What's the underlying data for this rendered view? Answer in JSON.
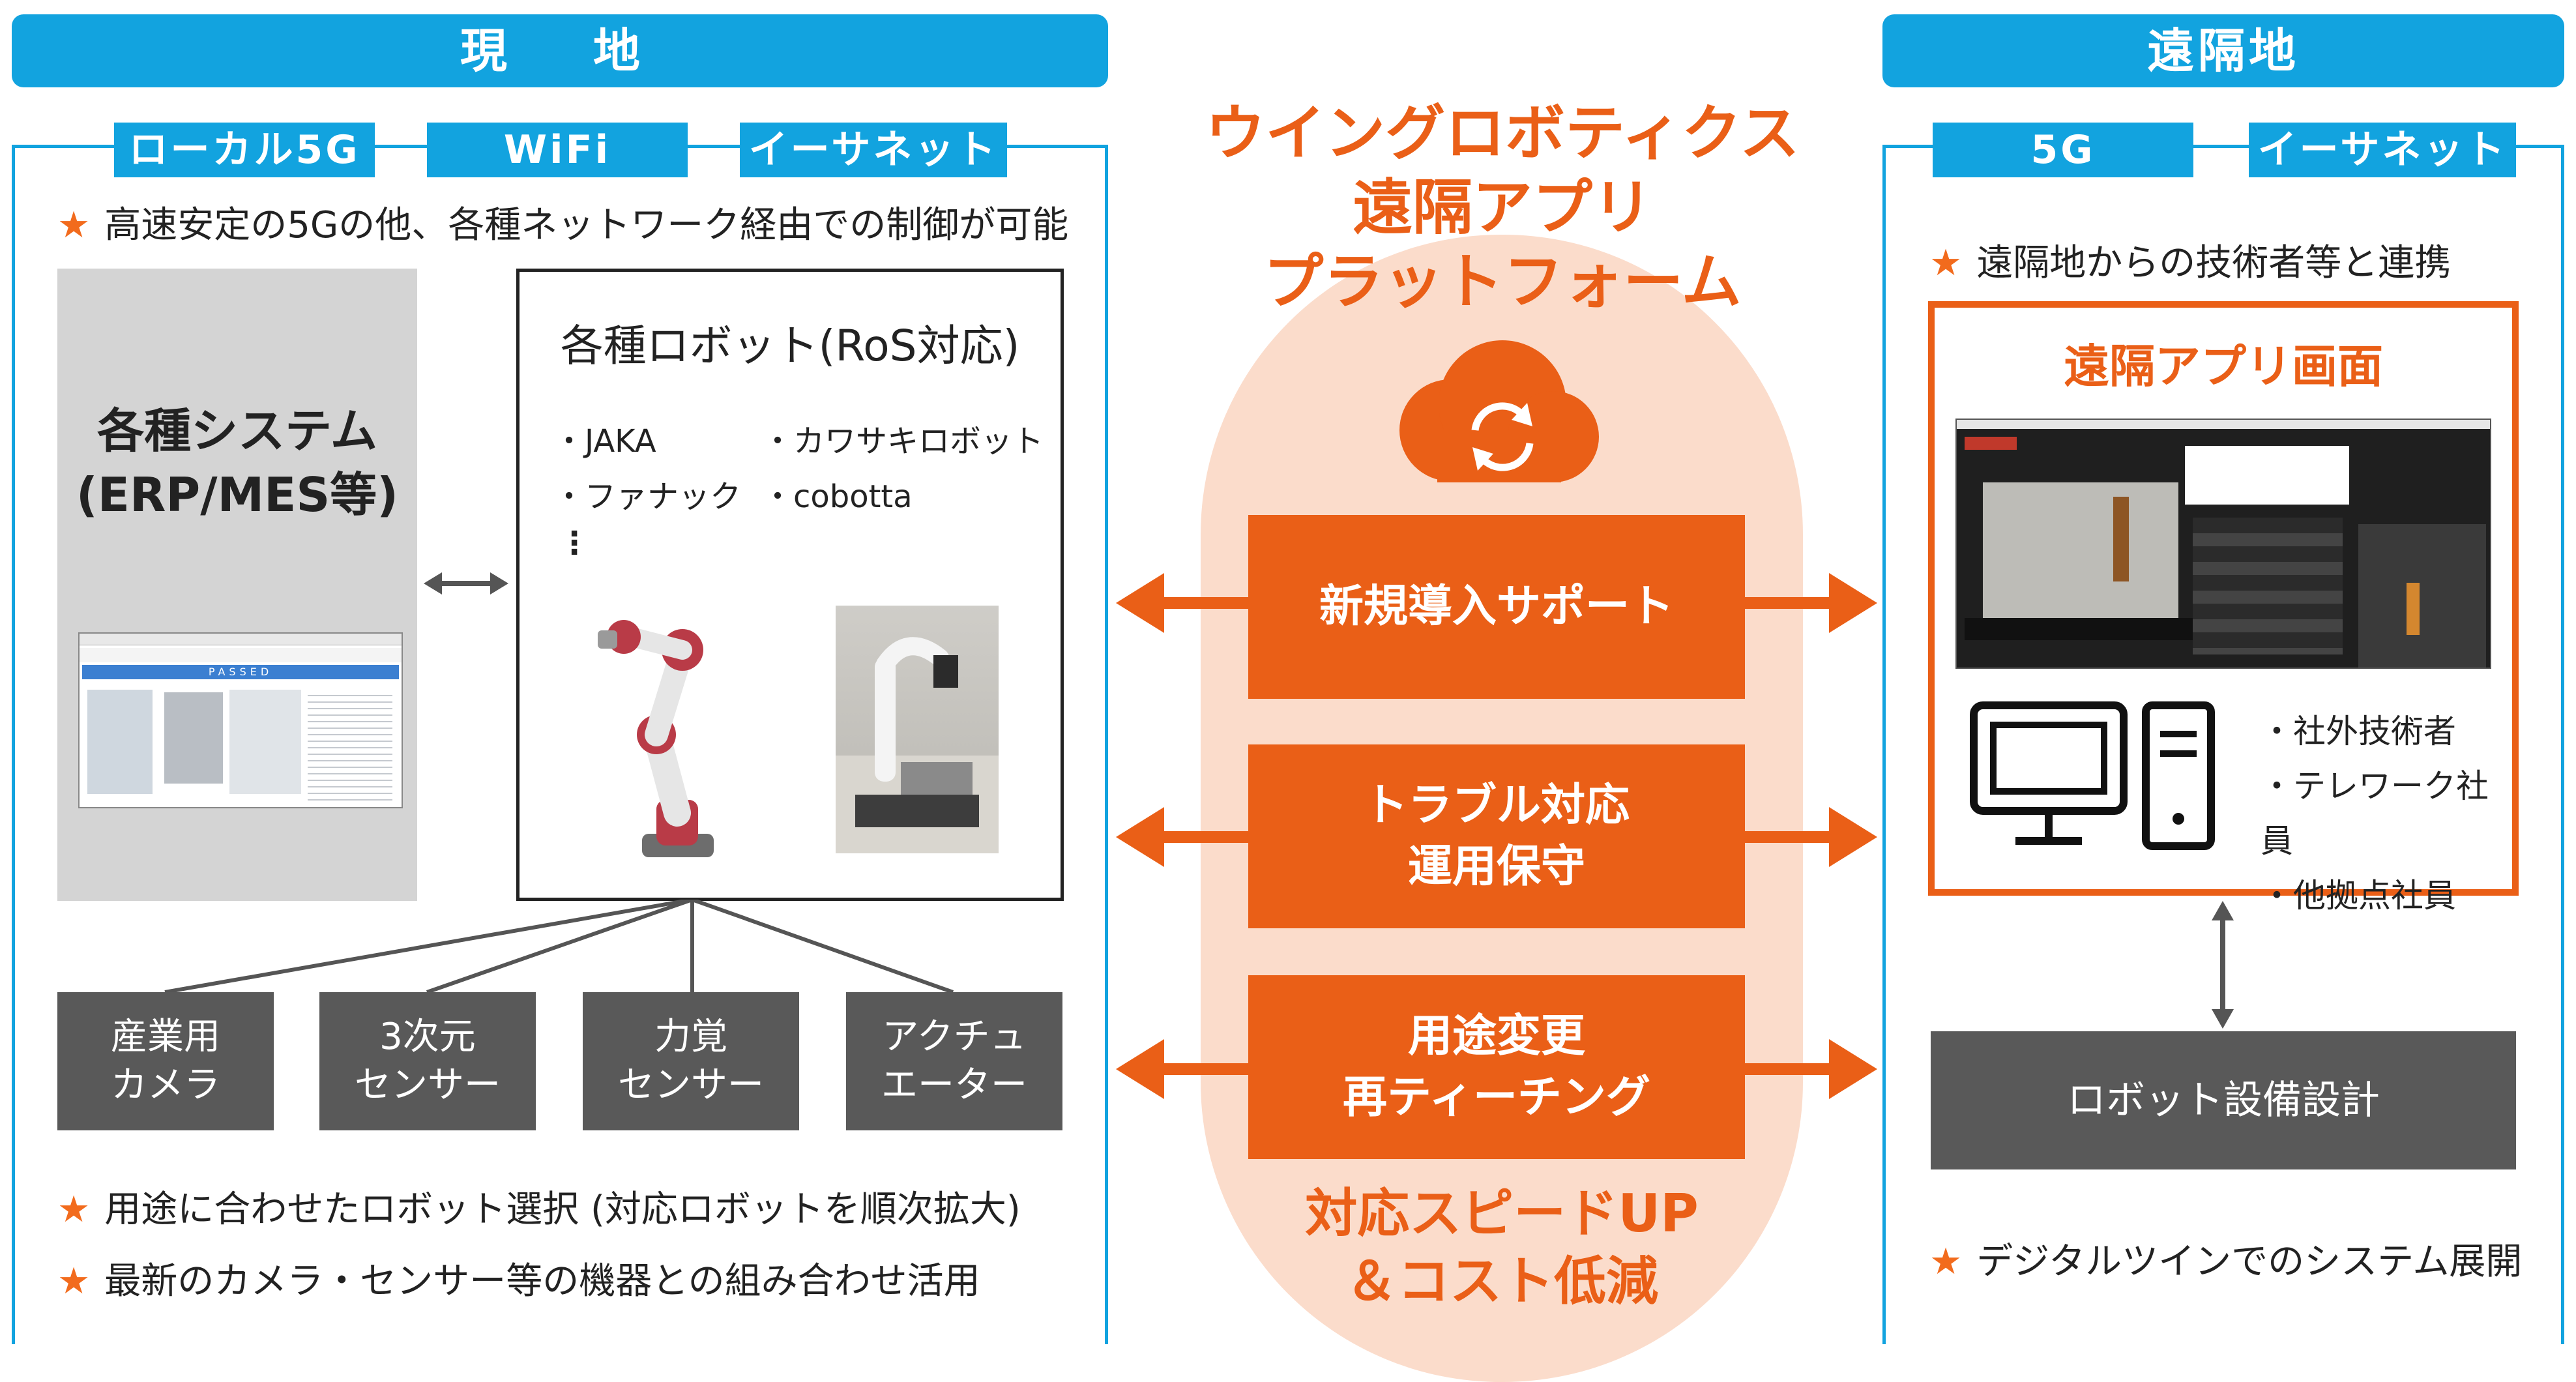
{
  "left": {
    "header": "現　地",
    "tags": [
      "ローカル5G",
      "WiFi",
      "イーサネット"
    ],
    "note1": "高速安定の5Gの他、各種ネットワーク経由での制御が可能",
    "system_box": {
      "line1": "各種システム",
      "line2": "(ERP/MES等)"
    },
    "robot_box": {
      "title": "各種ロボット(RoS対応)",
      "items": [
        "・JAKA",
        "・カワサキロボット",
        "・ファナック",
        "・cobotta",
        "⋮"
      ]
    },
    "devices": [
      {
        "line1": "産業用",
        "line2": "カメラ"
      },
      {
        "line1": "3次元",
        "line2": "センサー"
      },
      {
        "line1": "力覚",
        "line2": "センサー"
      },
      {
        "line1": "アクチュ",
        "line2": "エーター"
      }
    ],
    "note2": "用途に合わせたロボット選択 (対応ロボットを順次拡大)",
    "note3": "最新のカメラ・センサー等の機器との組み合わせ活用",
    "screenshot_caption": "PASSED"
  },
  "center": {
    "title": [
      "ウイングロボティクス",
      "遠隔アプリ",
      "プラットフォーム"
    ],
    "boxes": [
      {
        "line1": "新規導入サポート",
        "line2": ""
      },
      {
        "line1": "トラブル対応",
        "line2": "運用保守"
      },
      {
        "line1": "用途変更",
        "line2": "再ティーチング"
      }
    ],
    "footer": [
      "対応スピードUP",
      "＆コスト低減"
    ]
  },
  "right": {
    "header": "遠隔地",
    "tags": [
      "5G",
      "イーサネット"
    ],
    "note1": "遠隔地からの技術者等と連携",
    "app_title": "遠隔アプリ画面",
    "users": [
      "・社外技術者",
      "・テレワーク社員",
      "・他拠点社員"
    ],
    "design_box": "ロボット設備設計",
    "note2": "デジタルツインでのシステム展開"
  },
  "colors": {
    "blue": "#12a3df",
    "orange": "#ea5f17",
    "gray": "#595959",
    "peach": "#fbdccb"
  }
}
